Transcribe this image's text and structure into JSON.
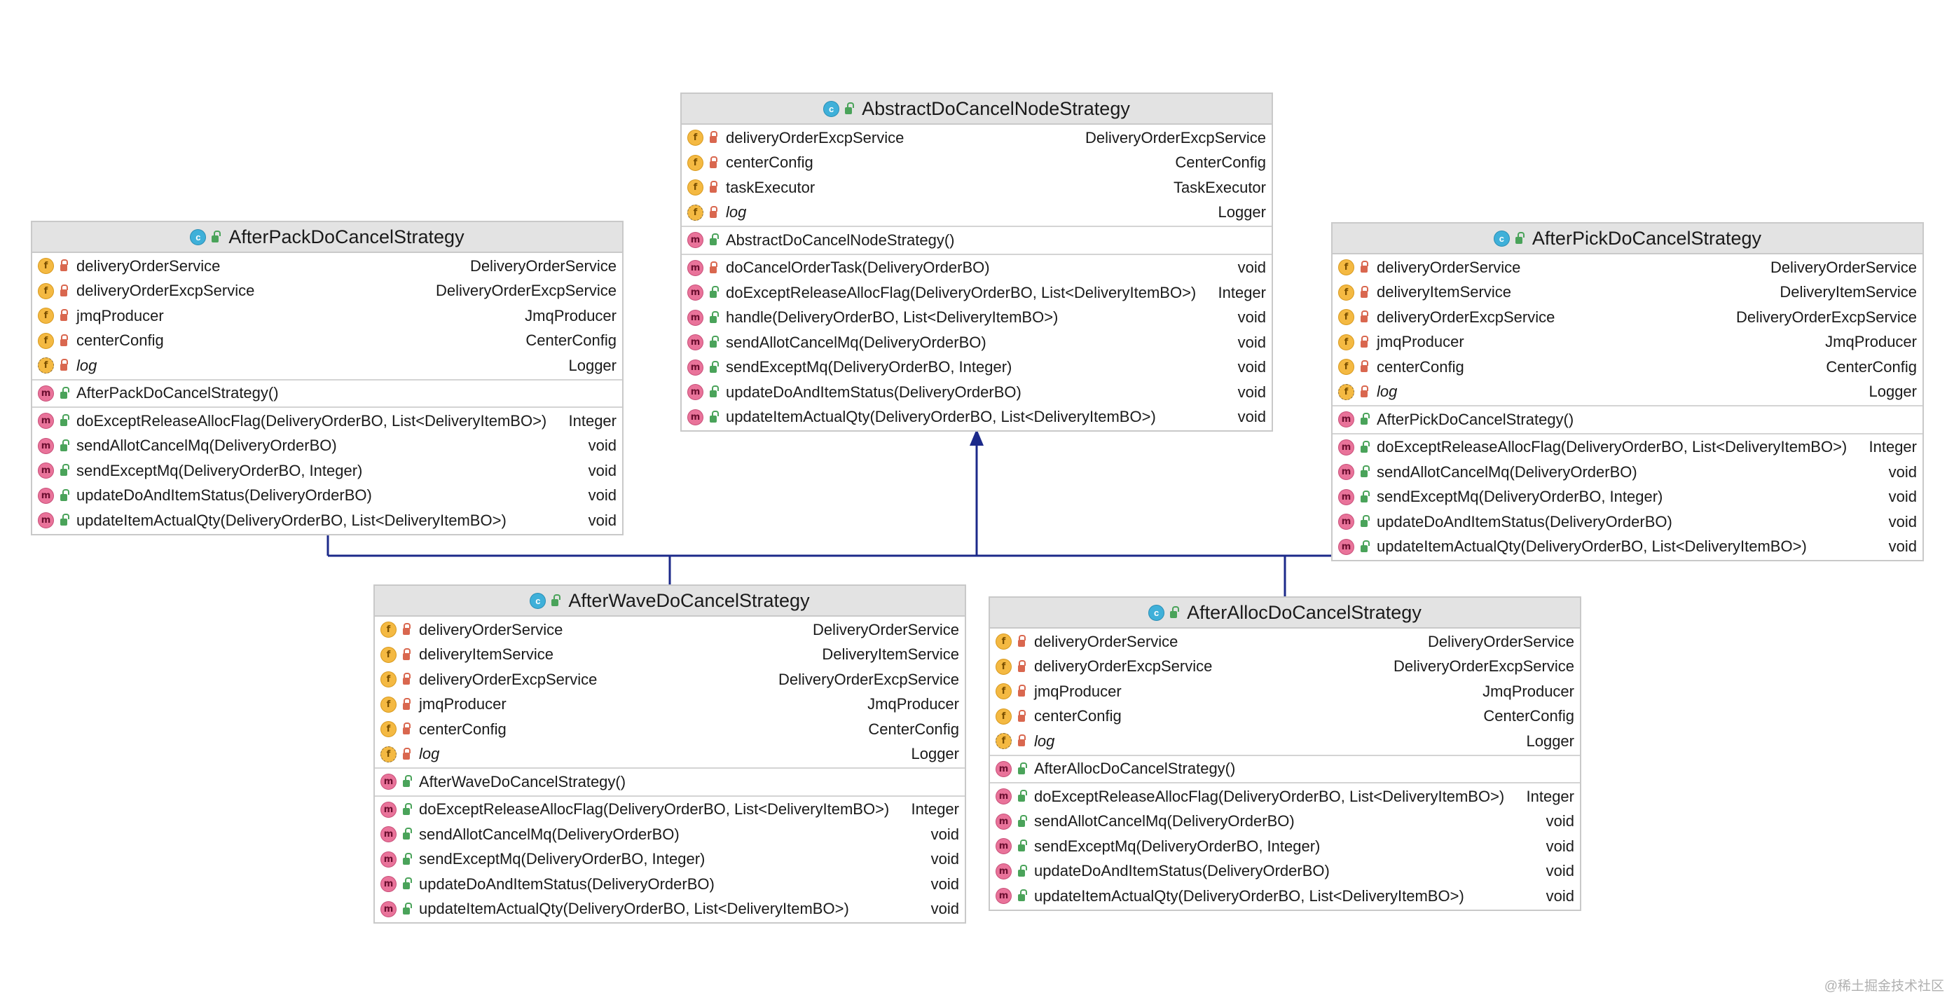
{
  "diagram": {
    "edges": [
      {
        "from": "AfterPackDoCancelStrategy",
        "to": "AbstractDoCancelNodeStrategy",
        "kind": "extends"
      },
      {
        "from": "AfterWaveDoCancelStrategy",
        "to": "AbstractDoCancelNodeStrategy",
        "kind": "extends"
      },
      {
        "from": "AfterAllocDoCancelStrategy",
        "to": "AbstractDoCancelNodeStrategy",
        "kind": "extends"
      },
      {
        "from": "AfterPickDoCancelStrategy",
        "to": "AbstractDoCancelNodeStrategy",
        "kind": "extends"
      }
    ],
    "colors": {
      "edge": "#1c2a8a",
      "header_bg": "#e3e3e3",
      "field_badge": "#f4b942",
      "method_badge": "#e9739a",
      "class_badge": "#3fb0d9"
    }
  },
  "classes": [
    {
      "id": "abstract",
      "name": "AbstractDoCancelNodeStrategy",
      "fields": [
        {
          "badge": "f",
          "vis": "private",
          "name": "deliveryOrderExcpService",
          "type": "DeliveryOrderExcpService"
        },
        {
          "badge": "f",
          "vis": "private",
          "name": "centerConfig",
          "type": "CenterConfig"
        },
        {
          "badge": "f",
          "vis": "private",
          "name": "taskExecutor",
          "type": "TaskExecutor"
        },
        {
          "badge": "fs",
          "vis": "private",
          "name": "log",
          "type": "Logger",
          "italic": true
        }
      ],
      "constructors": [
        {
          "badge": "m",
          "vis": "public",
          "name": "AbstractDoCancelNodeStrategy()",
          "type": ""
        }
      ],
      "methods": [
        {
          "badge": "m",
          "vis": "private",
          "name": "doCancelOrderTask(DeliveryOrderBO)",
          "type": "void"
        },
        {
          "badge": "m",
          "vis": "public",
          "name": "doExceptReleaseAllocFlag(DeliveryOrderBO, List<DeliveryItemBO>)",
          "type": "Integer"
        },
        {
          "badge": "m",
          "vis": "public",
          "name": "handle(DeliveryOrderBO, List<DeliveryItemBO>)",
          "type": "void"
        },
        {
          "badge": "m",
          "vis": "public",
          "name": "sendAllotCancelMq(DeliveryOrderBO)",
          "type": "void"
        },
        {
          "badge": "m",
          "vis": "public",
          "name": "sendExceptMq(DeliveryOrderBO, Integer)",
          "type": "void"
        },
        {
          "badge": "m",
          "vis": "public",
          "name": "updateDoAndItemStatus(DeliveryOrderBO)",
          "type": "void"
        },
        {
          "badge": "m",
          "vis": "public",
          "name": "updateItemActualQty(DeliveryOrderBO, List<DeliveryItemBO>)",
          "type": "void"
        }
      ]
    },
    {
      "id": "pack",
      "name": "AfterPackDoCancelStrategy",
      "fields": [
        {
          "badge": "f",
          "vis": "private",
          "name": "deliveryOrderService",
          "type": "DeliveryOrderService"
        },
        {
          "badge": "f",
          "vis": "private",
          "name": "deliveryOrderExcpService",
          "type": "DeliveryOrderExcpService"
        },
        {
          "badge": "f",
          "vis": "private",
          "name": "jmqProducer",
          "type": "JmqProducer"
        },
        {
          "badge": "f",
          "vis": "private",
          "name": "centerConfig",
          "type": "CenterConfig"
        },
        {
          "badge": "fs",
          "vis": "private",
          "name": "log",
          "type": "Logger",
          "italic": true
        }
      ],
      "constructors": [
        {
          "badge": "m",
          "vis": "public",
          "name": "AfterPackDoCancelStrategy()",
          "type": ""
        }
      ],
      "methods": [
        {
          "badge": "m",
          "vis": "public",
          "name": "doExceptReleaseAllocFlag(DeliveryOrderBO, List<DeliveryItemBO>)",
          "type": "Integer"
        },
        {
          "badge": "m",
          "vis": "public",
          "name": "sendAllotCancelMq(DeliveryOrderBO)",
          "type": "void"
        },
        {
          "badge": "m",
          "vis": "public",
          "name": "sendExceptMq(DeliveryOrderBO, Integer)",
          "type": "void"
        },
        {
          "badge": "m",
          "vis": "public",
          "name": "updateDoAndItemStatus(DeliveryOrderBO)",
          "type": "void"
        },
        {
          "badge": "m",
          "vis": "public",
          "name": "updateItemActualQty(DeliveryOrderBO, List<DeliveryItemBO>)",
          "type": "void"
        }
      ]
    },
    {
      "id": "pick",
      "name": "AfterPickDoCancelStrategy",
      "fields": [
        {
          "badge": "f",
          "vis": "private",
          "name": "deliveryOrderService",
          "type": "DeliveryOrderService"
        },
        {
          "badge": "f",
          "vis": "private",
          "name": "deliveryItemService",
          "type": "DeliveryItemService"
        },
        {
          "badge": "f",
          "vis": "private",
          "name": "deliveryOrderExcpService",
          "type": "DeliveryOrderExcpService"
        },
        {
          "badge": "f",
          "vis": "private",
          "name": "jmqProducer",
          "type": "JmqProducer"
        },
        {
          "badge": "f",
          "vis": "private",
          "name": "centerConfig",
          "type": "CenterConfig"
        },
        {
          "badge": "fs",
          "vis": "private",
          "name": "log",
          "type": "Logger",
          "italic": true
        }
      ],
      "constructors": [
        {
          "badge": "m",
          "vis": "public",
          "name": "AfterPickDoCancelStrategy()",
          "type": ""
        }
      ],
      "methods": [
        {
          "badge": "m",
          "vis": "public",
          "name": "doExceptReleaseAllocFlag(DeliveryOrderBO, List<DeliveryItemBO>)",
          "type": "Integer"
        },
        {
          "badge": "m",
          "vis": "public",
          "name": "sendAllotCancelMq(DeliveryOrderBO)",
          "type": "void"
        },
        {
          "badge": "m",
          "vis": "public",
          "name": "sendExceptMq(DeliveryOrderBO, Integer)",
          "type": "void"
        },
        {
          "badge": "m",
          "vis": "public",
          "name": "updateDoAndItemStatus(DeliveryOrderBO)",
          "type": "void"
        },
        {
          "badge": "m",
          "vis": "public",
          "name": "updateItemActualQty(DeliveryOrderBO, List<DeliveryItemBO>)",
          "type": "void"
        }
      ]
    },
    {
      "id": "wave",
      "name": "AfterWaveDoCancelStrategy",
      "fields": [
        {
          "badge": "f",
          "vis": "private",
          "name": "deliveryOrderService",
          "type": "DeliveryOrderService"
        },
        {
          "badge": "f",
          "vis": "private",
          "name": "deliveryItemService",
          "type": "DeliveryItemService"
        },
        {
          "badge": "f",
          "vis": "private",
          "name": "deliveryOrderExcpService",
          "type": "DeliveryOrderExcpService"
        },
        {
          "badge": "f",
          "vis": "private",
          "name": "jmqProducer",
          "type": "JmqProducer"
        },
        {
          "badge": "f",
          "vis": "private",
          "name": "centerConfig",
          "type": "CenterConfig"
        },
        {
          "badge": "fs",
          "vis": "private",
          "name": "log",
          "type": "Logger",
          "italic": true
        }
      ],
      "constructors": [
        {
          "badge": "m",
          "vis": "public",
          "name": "AfterWaveDoCancelStrategy()",
          "type": ""
        }
      ],
      "methods": [
        {
          "badge": "m",
          "vis": "public",
          "name": "doExceptReleaseAllocFlag(DeliveryOrderBO, List<DeliveryItemBO>)",
          "type": "Integer"
        },
        {
          "badge": "m",
          "vis": "public",
          "name": "sendAllotCancelMq(DeliveryOrderBO)",
          "type": "void"
        },
        {
          "badge": "m",
          "vis": "public",
          "name": "sendExceptMq(DeliveryOrderBO, Integer)",
          "type": "void"
        },
        {
          "badge": "m",
          "vis": "public",
          "name": "updateDoAndItemStatus(DeliveryOrderBO)",
          "type": "void"
        },
        {
          "badge": "m",
          "vis": "public",
          "name": "updateItemActualQty(DeliveryOrderBO, List<DeliveryItemBO>)",
          "type": "void"
        }
      ]
    },
    {
      "id": "alloc",
      "name": "AfterAllocDoCancelStrategy",
      "fields": [
        {
          "badge": "f",
          "vis": "private",
          "name": "deliveryOrderService",
          "type": "DeliveryOrderService"
        },
        {
          "badge": "f",
          "vis": "private",
          "name": "deliveryOrderExcpService",
          "type": "DeliveryOrderExcpService"
        },
        {
          "badge": "f",
          "vis": "private",
          "name": "jmqProducer",
          "type": "JmqProducer"
        },
        {
          "badge": "f",
          "vis": "private",
          "name": "centerConfig",
          "type": "CenterConfig"
        },
        {
          "badge": "fs",
          "vis": "private",
          "name": "log",
          "type": "Logger",
          "italic": true
        }
      ],
      "constructors": [
        {
          "badge": "m",
          "vis": "public",
          "name": "AfterAllocDoCancelStrategy()",
          "type": ""
        }
      ],
      "methods": [
        {
          "badge": "m",
          "vis": "public",
          "name": "doExceptReleaseAllocFlag(DeliveryOrderBO, List<DeliveryItemBO>)",
          "type": "Integer"
        },
        {
          "badge": "m",
          "vis": "public",
          "name": "sendAllotCancelMq(DeliveryOrderBO)",
          "type": "void"
        },
        {
          "badge": "m",
          "vis": "public",
          "name": "sendExceptMq(DeliveryOrderBO, Integer)",
          "type": "void"
        },
        {
          "badge": "m",
          "vis": "public",
          "name": "updateDoAndItemStatus(DeliveryOrderBO)",
          "type": "void"
        },
        {
          "badge": "m",
          "vis": "public",
          "name": "updateItemActualQty(DeliveryOrderBO, List<DeliveryItemBO>)",
          "type": "void"
        }
      ]
    }
  ],
  "watermark": "@稀土掘金技术社区"
}
